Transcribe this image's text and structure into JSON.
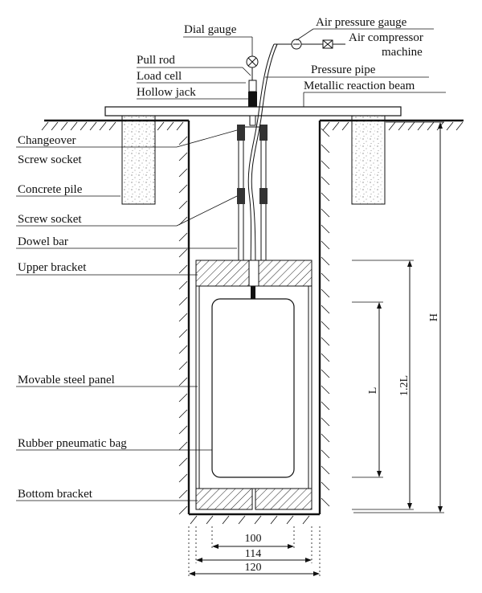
{
  "labels": {
    "dial_gauge": "Dial gauge",
    "air_pressure_gauge": "Air pressure gauge",
    "air_compressor": "Air compressor",
    "machine": "machine",
    "pull_rod": "Pull rod",
    "load_cell": "Load cell",
    "pressure_pipe": "Pressure pipe",
    "hollow_jack": "Hollow jack",
    "metallic_reaction_beam": "Metallic reaction beam",
    "changeover": "Changeover",
    "screw_socket_1": "Screw socket",
    "concrete_pile": "Concrete pile",
    "screw_socket_2": "Screw socket",
    "dowel_bar": "Dowel bar",
    "upper_bracket": "Upper bracket",
    "movable_steel_panel": "Movable steel panel",
    "rubber_pneumatic_bag": "Rubber pneumatic bag",
    "bottom_bracket": "Bottom bracket"
  },
  "dimensions": {
    "H": "H",
    "L": "L",
    "L12": "1.2L",
    "w100": "100",
    "w114": "114",
    "w120": "120"
  }
}
